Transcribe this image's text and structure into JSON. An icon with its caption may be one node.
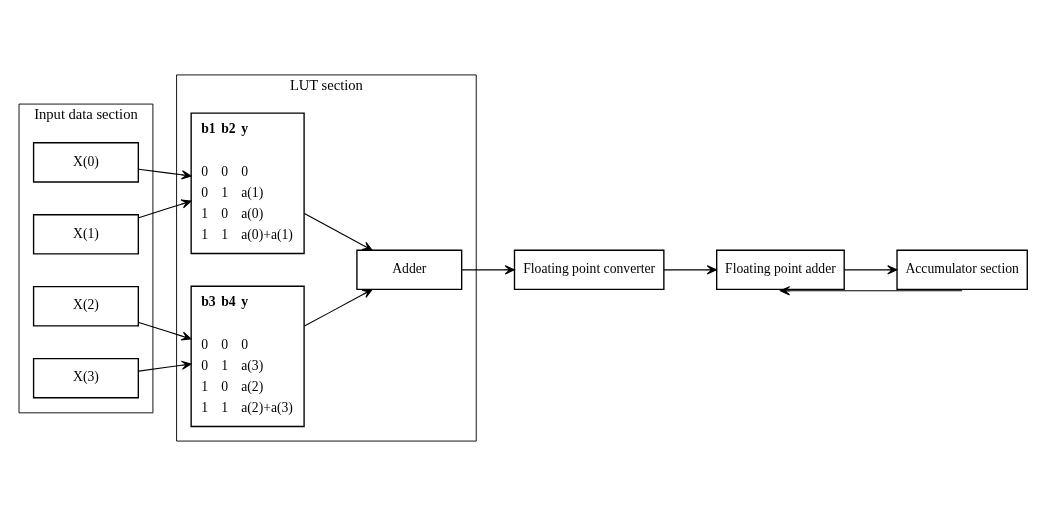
{
  "diagram": {
    "nodes": [
      {
        "text": [
          "Input data section"
        ]
      },
      {
        "text": [
          "X(0)"
        ],
        "in": 0
      },
      {
        "text": [
          "X(1)"
        ],
        "in": 0
      },
      {
        "text": [
          "X(2)"
        ],
        "in": 0
      },
      {
        "text": [
          "X(3)"
        ],
        "in": 0
      },
      {
        "text": [
          "LUT section"
        ]
      },
      {
        "text": [
          "b1",
          "b2",
          "y",
          "0",
          "0",
          "0",
          "0",
          "1",
          "a(1)",
          "1",
          "0",
          "a(0)",
          "1",
          "1",
          "a(0)+a(1)"
        ],
        "in": 5
      },
      {
        "text": [
          "b3",
          "b4",
          "y",
          "0",
          "0",
          "0",
          "0",
          "1",
          "a(3)",
          "1",
          "0",
          "a(2)",
          "1",
          "1",
          "a(2)+a(3)"
        ],
        "in": 5
      },
      {
        "text": [
          "Adder"
        ],
        "in": 5
      },
      {
        "text": [
          "Floating point converter"
        ]
      },
      {
        "text": [
          "Floating point adder"
        ]
      },
      {
        "text": [
          "Accumulator section"
        ]
      }
    ],
    "edges": [
      {
        "from": 1,
        "to": 6,
        "arrow": "to"
      },
      {
        "from": 2,
        "to": 6,
        "arrow": "to"
      },
      {
        "from": 3,
        "to": 7,
        "arrow": "to"
      },
      {
        "from": 4,
        "to": 7,
        "arrow": "to"
      },
      {
        "from": 6,
        "to": 8,
        "arrow": "to"
      },
      {
        "from": 7,
        "to": 8,
        "arrow": "to"
      },
      {
        "from": 8,
        "to": 9,
        "arrow": "to"
      },
      {
        "from": 9,
        "to": 10,
        "arrow": "to"
      },
      {
        "from": 11,
        "to": 10,
        "arrow": "to"
      },
      {
        "from": 10,
        "to": 11,
        "arrow": "to"
      }
    ]
  }
}
